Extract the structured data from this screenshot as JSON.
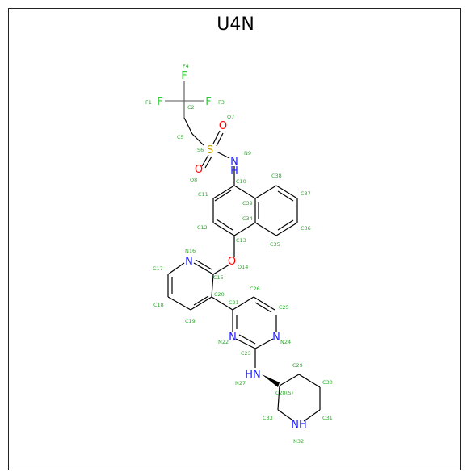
{
  "title": "U4N",
  "colors": {
    "carbon_label": "#2eaa2e",
    "fluorine": "#33cc33",
    "oxygen": "#ff0000",
    "nitrogen": "#2020ff",
    "sulfur": "#c8a000",
    "bond": "#000000"
  },
  "atoms": {
    "F": "F",
    "O": "O",
    "S": "S",
    "N": "N",
    "HN": "HN",
    "NH": "NH",
    "H": "H"
  },
  "labels": {
    "F4": "F4",
    "F1": "F1",
    "F3": "F3",
    "C2": "C2",
    "C5": "C5",
    "O7": "O7",
    "S6": "S6",
    "N9": "N9",
    "O8": "O8",
    "C10": "C10",
    "C38": "C38",
    "C11": "C11",
    "C39": "C39",
    "C37": "C37",
    "C34": "C34",
    "C12": "C12",
    "C36": "C36",
    "C13": "C13",
    "C35": "C35",
    "N16": "N16",
    "C17": "C17",
    "O14": "O14",
    "C15": "C15",
    "C26": "C26",
    "C18": "C18",
    "C20": "C20",
    "C21": "C21",
    "C25": "C25",
    "C19": "C19",
    "N22": "N22",
    "N24": "N24",
    "C23": "C23",
    "C29": "C29",
    "N27": "N27",
    "C30": "C30",
    "C28S": "C28(S)",
    "C33": "C33",
    "C31": "C31",
    "N32": "N32"
  }
}
